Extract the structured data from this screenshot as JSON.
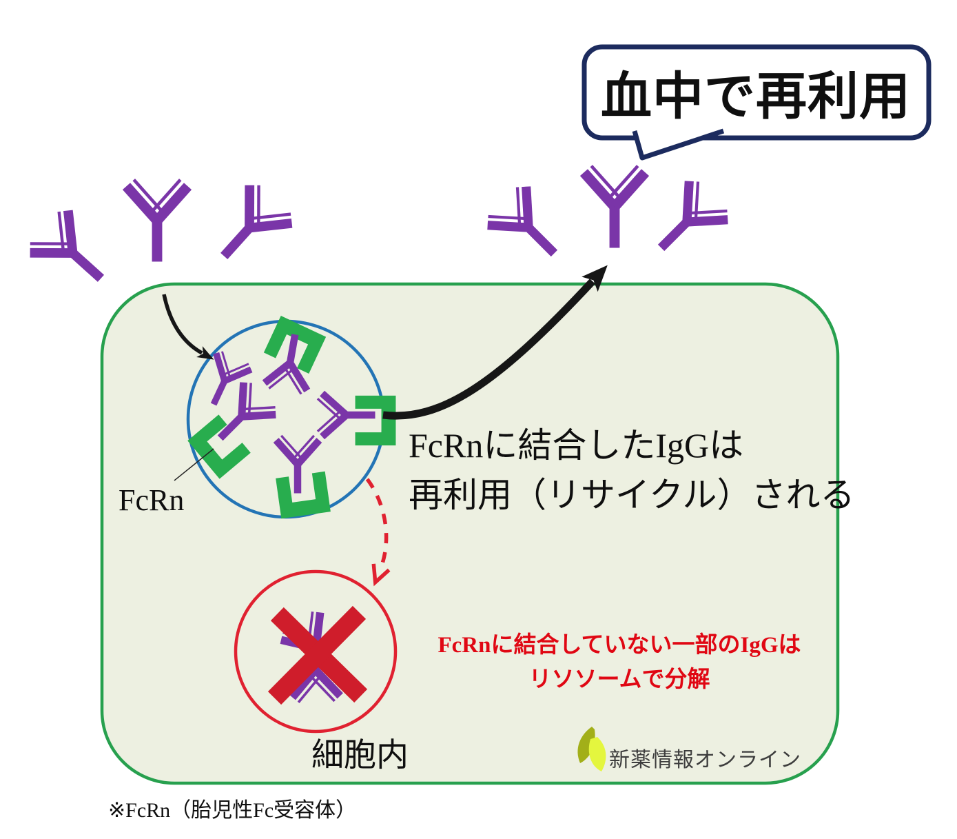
{
  "title_bubble": {
    "label": "血中で再利用"
  },
  "endosome": {
    "receptor_label": "FcRn"
  },
  "notes": {
    "recycle_line1": "FcRnに結合したIgGは",
    "recycle_line2": "再利用（リサイクル）される",
    "lysosome_line1": "FcRnに結合していない一部のIgGは",
    "lysosome_line2": "リソソームで分解",
    "cell_interior": "細胞内",
    "footnote": "※FcRn（胎児性Fc受容体）"
  },
  "logo": {
    "name": "新薬情報オンライン"
  },
  "icons": {
    "antibody": "igg-antibody-icon",
    "receptor": "fcrn-receptor-icon",
    "uptake_arrow": "uptake-arrow-icon",
    "recycle_arrow": "recycle-arrow-icon",
    "degradation_arrow": "degradation-dashed-arrow-icon",
    "degraded_cross": "red-x-icon",
    "logo_leaf": "leaf-logo-icon"
  },
  "colors": {
    "antibody_purple": "#7a35a8",
    "receptor_green": "#28ad4e",
    "cell_border": "#27a04e",
    "cell_fill": "#edf0e1",
    "endosome_blue": "#2374b5",
    "lysosome_red": "#e02130",
    "cross_red": "#cf1d2b",
    "red_text": "#e00713",
    "bubble_navy": "#1c2b5e",
    "arrow_black": "#161616",
    "text_black": "#0f0f0f",
    "logo_gray": "#3d3d3d",
    "leaf_olive": "#a2af19",
    "leaf_yellow": "#e4f63e"
  }
}
